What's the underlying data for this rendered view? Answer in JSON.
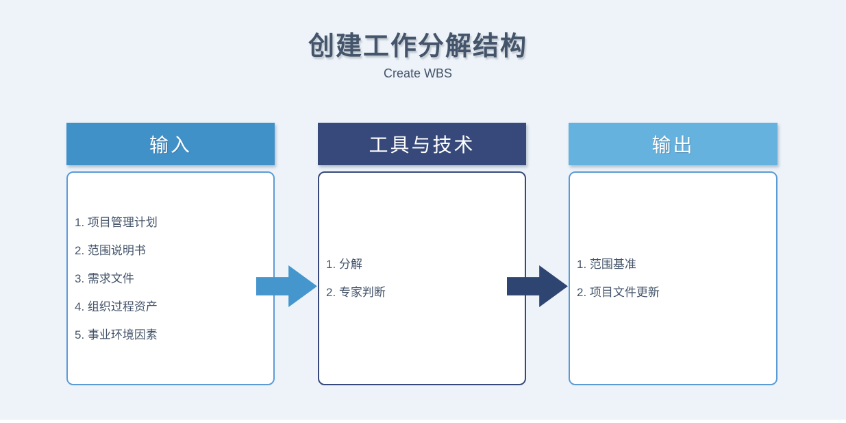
{
  "page": {
    "title": "创建工作分解结构",
    "subtitle": "Create WBS",
    "background_color": "#edf3f8",
    "title_color": "#44546a"
  },
  "columns": [
    {
      "id": "inputs",
      "header": "输入",
      "header_bg": "#4191c9",
      "border_color": "#5b9bd5",
      "items": [
        "1. 项目管理计划",
        "2. 范围说明书",
        "3. 需求文件",
        "4. 组织过程资产",
        "5. 事业环境因素"
      ]
    },
    {
      "id": "tools",
      "header": "工具与技术",
      "header_bg": "#37497b",
      "border_color": "#37497b",
      "items": [
        "1. 分解",
        "2. 专家判断"
      ]
    },
    {
      "id": "outputs",
      "header": "输出",
      "header_bg": "#66b2de",
      "border_color": "#5b9bd5",
      "items": [
        "1. 范围基准",
        "2. 项目文件更新"
      ]
    }
  ],
  "arrows": [
    {
      "name": "inputs-to-tools",
      "color": "#4696ce"
    },
    {
      "name": "tools-to-outputs",
      "color": "#2f4571"
    }
  ]
}
